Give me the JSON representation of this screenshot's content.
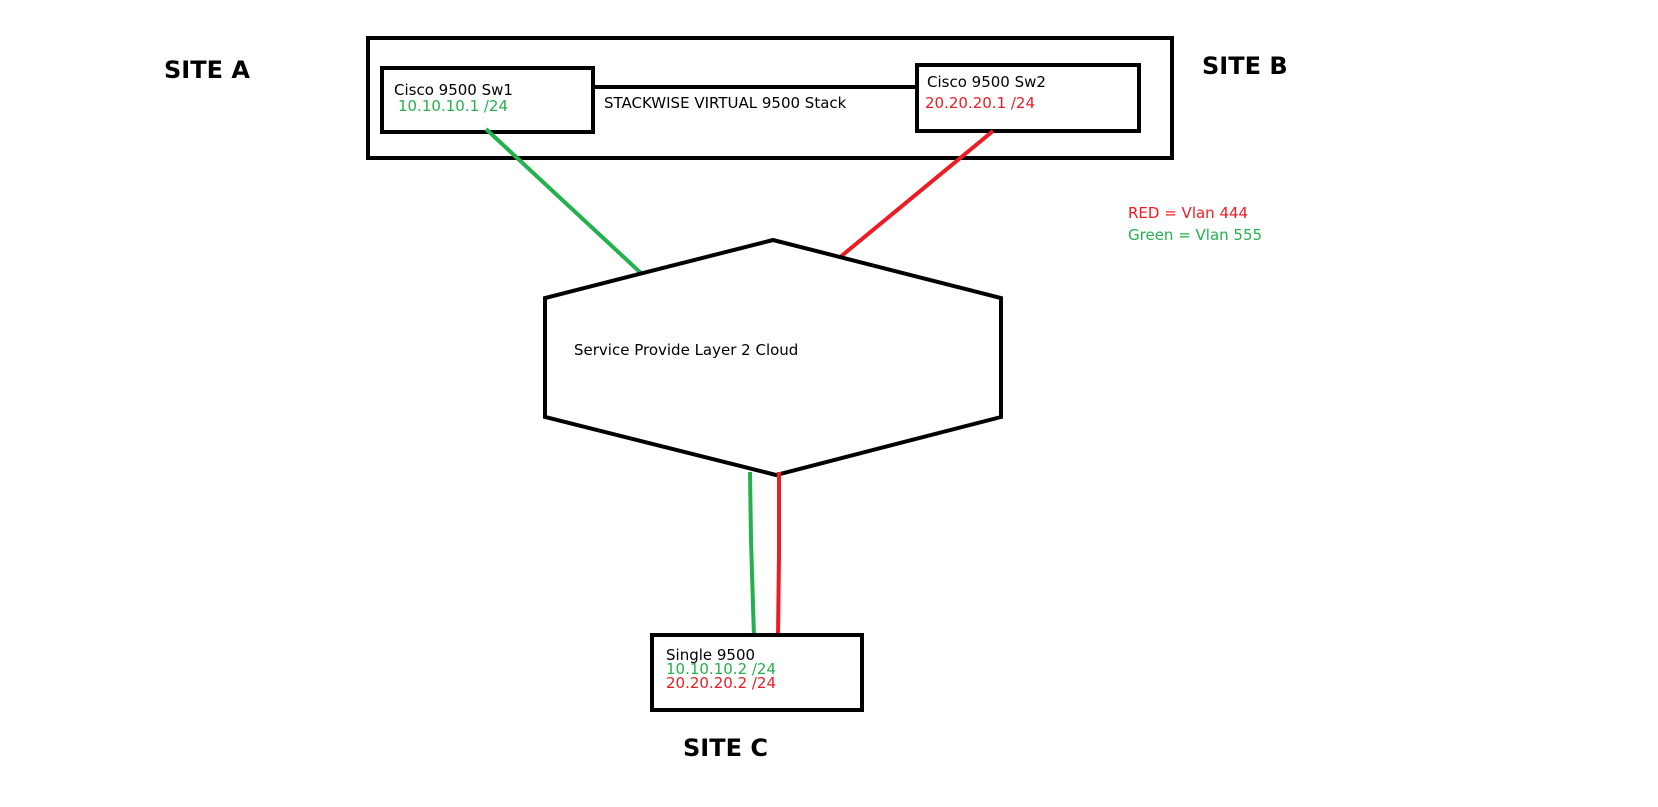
{
  "colors": {
    "red": "#ed1c24",
    "green": "#22b14c",
    "black": "#000000"
  },
  "sites": {
    "a": "SITE A",
    "b": "SITE B",
    "c": "SITE C"
  },
  "stack": {
    "label": "STACKWISE VIRTUAL 9500 Stack"
  },
  "switches": {
    "sw1": {
      "name": "Cisco 9500 Sw1",
      "ip": "10.10.10.1 /24"
    },
    "sw2": {
      "name": "Cisco 9500 Sw2",
      "ip": "20.20.20.1 /24"
    },
    "single": {
      "name": "Single 9500",
      "ip_green": "10.10.10.2 /24",
      "ip_red": "20.20.20.2 /24"
    }
  },
  "cloud": {
    "label": "Service Provide Layer 2 Cloud"
  },
  "legend": {
    "red": "RED = Vlan 444",
    "green": "Green = Vlan 555"
  }
}
